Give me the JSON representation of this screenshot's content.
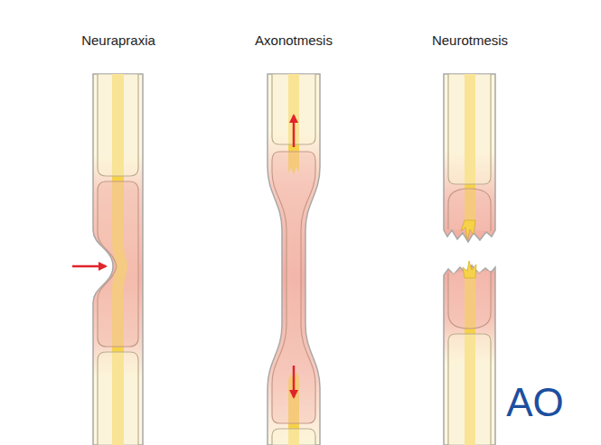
{
  "diagram": {
    "labels": [
      "Neurapraxia",
      "Axonotmesis",
      "Neurotmesis",
      "AO"
    ]
  }
}
